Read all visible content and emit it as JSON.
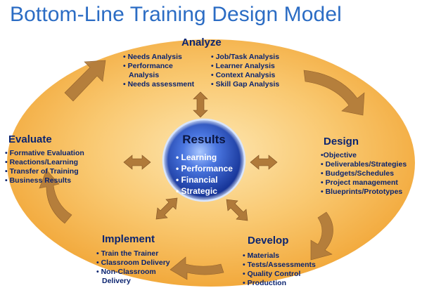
{
  "title": "Bottom-Line Training Design Model",
  "colors": {
    "title": "#2b6cc4",
    "text": "#0b2470",
    "ellipse": "#f6b347",
    "center_circle": "#1a3aa8",
    "arrows": "#b07a3a"
  },
  "center": {
    "title": "Results",
    "items": [
      "Learning",
      "Performance",
      "Financial",
      "Strategic"
    ]
  },
  "analyze": {
    "title": "Analyze",
    "col1": [
      "Needs Analysis",
      "Performance",
      "Analysis",
      "Needs assessment"
    ],
    "col2": [
      "Job/Task Analysis",
      "Learner Analysis",
      "Context Analysis",
      "Skill Gap Analysis"
    ]
  },
  "evaluate": {
    "title": "Evaluate",
    "items": [
      "Formative Evaluation",
      "Reactions/Learning",
      "Transfer of Training",
      "Business Results"
    ]
  },
  "design": {
    "title": "Design",
    "first": "•Objective",
    "items": [
      "Deliverables/Strategies",
      "Budgets/Schedules",
      "Project management",
      "Blueprints/Prototypes"
    ]
  },
  "implement": {
    "title": "Implement",
    "items": [
      "Train the Trainer",
      "Classroom Delivery",
      "Non-Classroom",
      "Delivery"
    ]
  },
  "develop": {
    "title": "Develop",
    "items": [
      "Materials",
      "Tests/Assessments",
      "Quality Control",
      "Production"
    ]
  }
}
